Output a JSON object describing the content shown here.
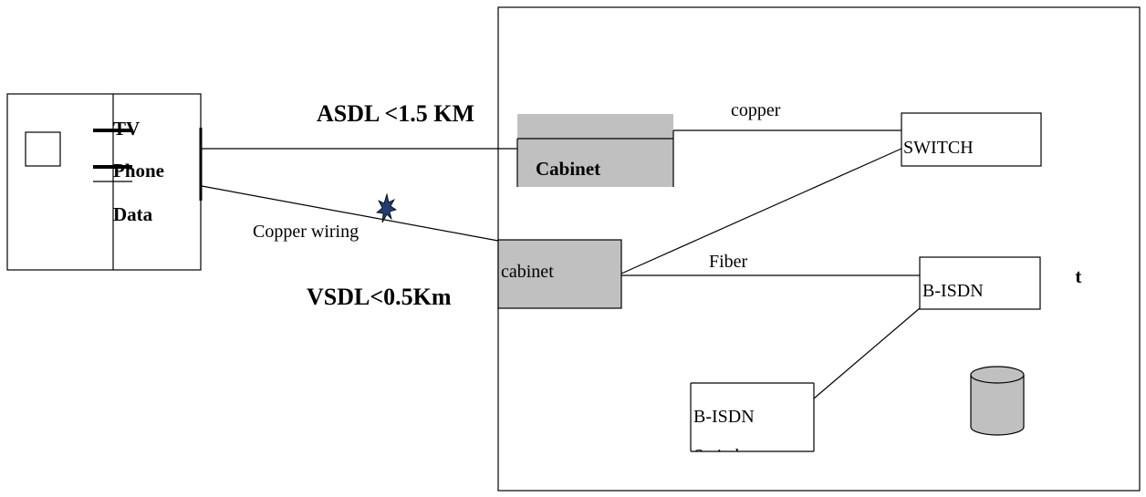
{
  "labels": {
    "tv": "TV",
    "phone": "Phone",
    "data": "Data",
    "asdl": "ASDL <1.5 KM",
    "vsdl": "VSDL<0.5Km",
    "copper_wiring": "Copper wiring",
    "cabinet_top": "Cabinet",
    "cabinet_mid": "cabinet",
    "copper": "copper",
    "fiber": "Fiber",
    "switch": "SWITCH",
    "bisdn_right": "B-ISDN",
    "bisdn_bottom": "B-ISDN",
    "bisdn_bottom_sub": "Switch",
    "clipped_text": "vit"
  },
  "colors": {
    "cabinet_fill": "#c0c0c0",
    "star_fill": "#1f3f73",
    "line": "#000000"
  }
}
